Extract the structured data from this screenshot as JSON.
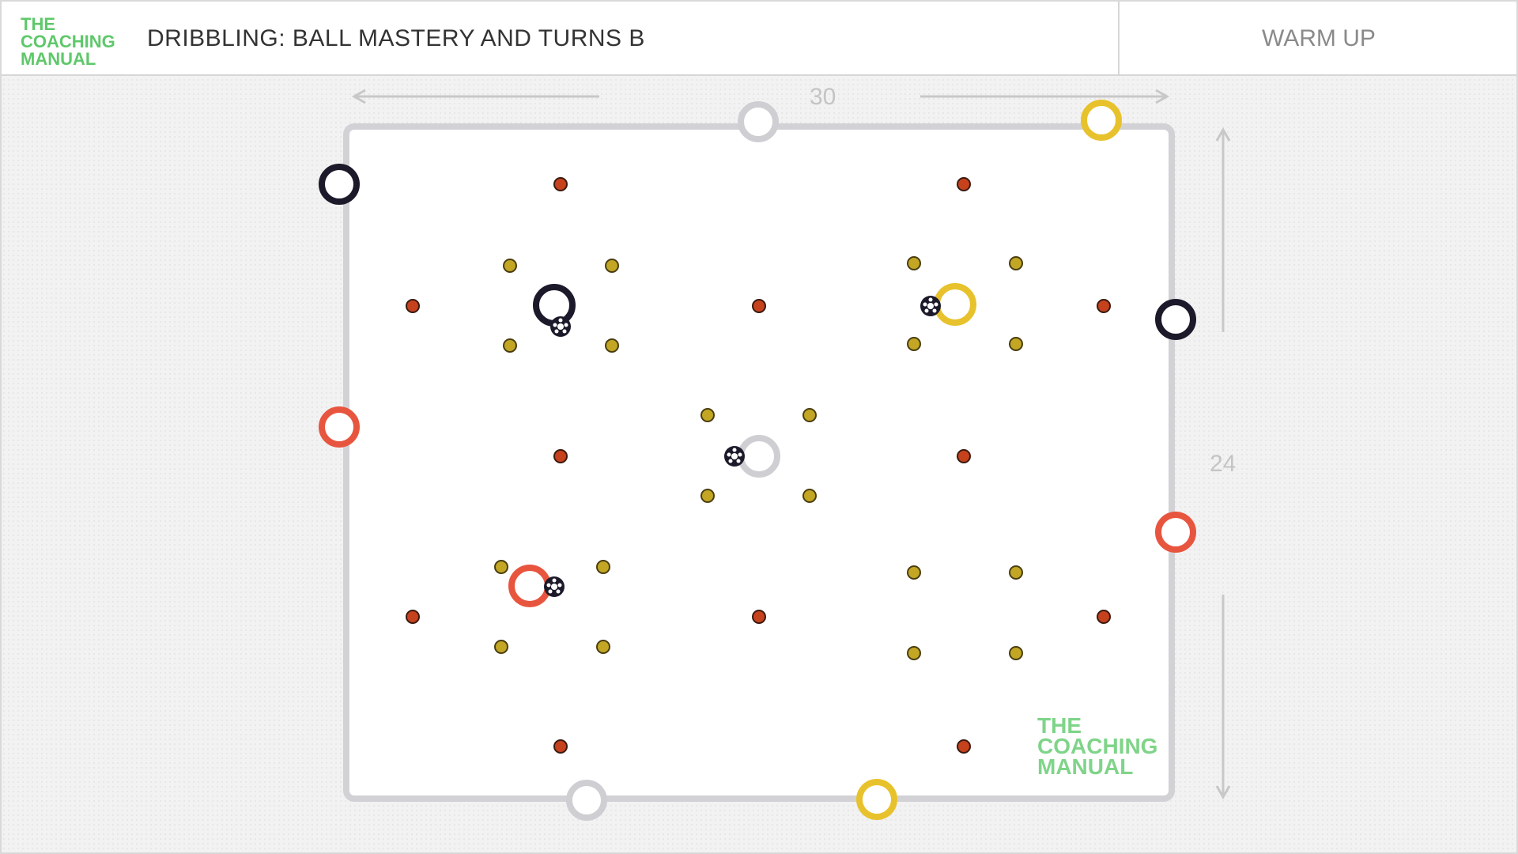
{
  "header": {
    "logo": {
      "line1": "THE",
      "line2": "COACHING",
      "line3": "MANUAL"
    },
    "title": "DRIBBLING: BALL MASTERY AND TURNS B",
    "phase": "WARM UP"
  },
  "dimensions": {
    "width_label": "30",
    "height_label": "24"
  },
  "watermark": {
    "line1": "THE",
    "line2": "COACHING",
    "line3": "MANUAL"
  },
  "colors": {
    "black_team": "#1c1a2a",
    "red_team": "#e8553f",
    "yellow_team": "#e8c22c",
    "grey_team": "#cfcfd3",
    "cone_red": "#c6421d",
    "cone_yellow": "#c2a624",
    "pitch_line": "#d2d2d6",
    "brand_green": "#5ec86a"
  },
  "icons": [
    "player-ring-icon",
    "ball-icon",
    "cone-icon",
    "arrow-icon"
  ]
}
